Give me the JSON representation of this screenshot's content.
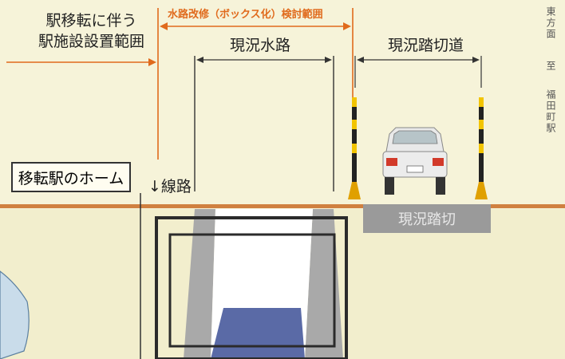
{
  "labels": {
    "station_facility": [
      "駅移転に伴う",
      "駅施設設置範囲"
    ],
    "study_range": "水路改修（ボックス化）検討範囲",
    "existing_channel": "現況水路",
    "existing_crossing_road": "現況踏切道",
    "relocated_platform": "移転駅のホーム",
    "track": "↓線路",
    "existing_crossing": "現況踏切",
    "direction": [
      "東方面",
      "至",
      "福田町駅"
    ]
  },
  "colors": {
    "background": "#f6f3d9",
    "ground": "#f3f0d2",
    "rail": "#d08040",
    "orange_arrow": "#e06a1c",
    "water": "#5a6aa6",
    "box_line": "#2b2b2b"
  }
}
